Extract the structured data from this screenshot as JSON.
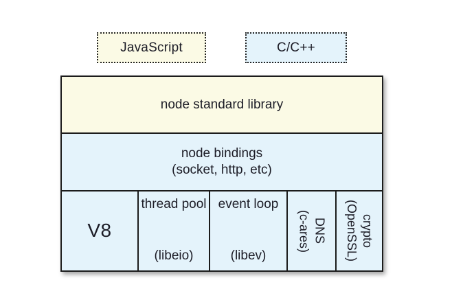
{
  "legend": [
    {
      "label": "JavaScript"
    },
    {
      "label": "C/C++"
    }
  ],
  "layers": {
    "standard_library": "node standard library",
    "bindings": {
      "line1": "node bindings",
      "line2": "(socket, http, etc)"
    }
  },
  "components": [
    {
      "name": "V8"
    },
    {
      "name": "thread pool",
      "lib": "(libeio)"
    },
    {
      "name": "event loop",
      "lib": "(libev)"
    },
    {
      "name": "DNS",
      "lib": "(c-ares)"
    },
    {
      "name": "crypto",
      "lib": "(OpenSSL)"
    }
  ],
  "colors": {
    "cream": "#fbfae5",
    "lightblue": "#e4f3fb",
    "border": "#1b1b1b",
    "text": "#1c1c26",
    "background": "#ffffff"
  }
}
